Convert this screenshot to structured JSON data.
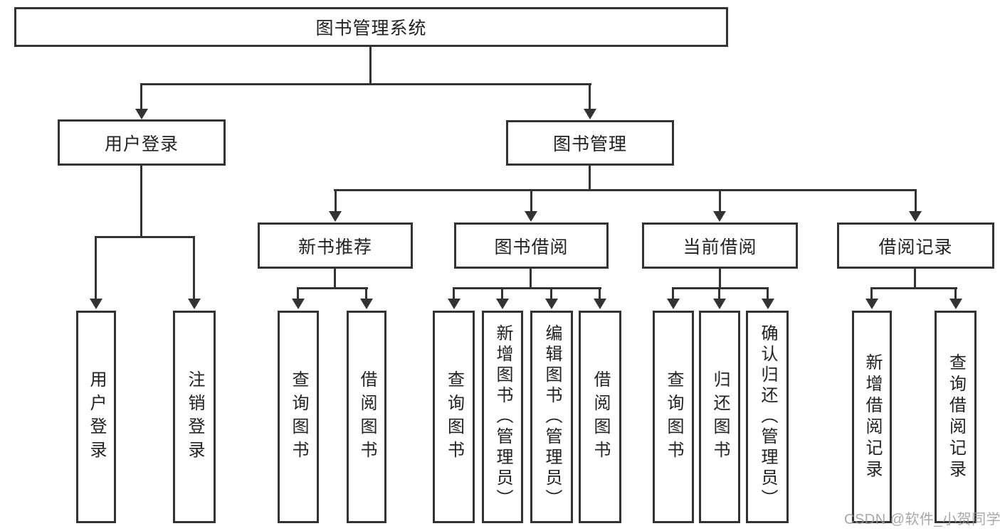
{
  "nodes": {
    "root": "图书管理系统",
    "user_login": "用户登录",
    "book_management": "图书管理",
    "new_book_recommend": "新书推荐",
    "book_borrowing": "图书借阅",
    "current_borrowing": "当前借阅",
    "borrowing_records": "借阅记录",
    "login": "用户登录",
    "logout": "注销登录",
    "nb_query_books": "查询图书",
    "nb_borrow_books": "借阅图书",
    "bb_query_books": "查询图书",
    "bb_add_books": "新增图书（管理员）",
    "bb_edit_books": "编辑图书（管理员）",
    "bb_borrow_books": "借阅图书",
    "cb_query_books": "查询图书",
    "cb_return_books": "归还图书",
    "cb_confirm_return": "确认归还（管理员）",
    "br_add_record": "新增借阅记录",
    "br_query_record": "查询借阅记录"
  },
  "hierarchy": {
    "图书管理系统": {
      "用户登录": [
        "用户登录",
        "注销登录"
      ],
      "图书管理": {
        "新书推荐": [
          "查询图书",
          "借阅图书"
        ],
        "图书借阅": [
          "查询图书",
          "新增图书（管理员）",
          "编辑图书（管理员）",
          "借阅图书"
        ],
        "当前借阅": [
          "查询图书",
          "归还图书",
          "确认归还（管理员）"
        ],
        "借阅记录": [
          "新增借阅记录",
          "查询借阅记录"
        ]
      }
    }
  },
  "watermark": {
    "text": "CSDN @软件_小贺同学"
  },
  "colors": {
    "line": "#333333",
    "text": "#222222",
    "background": "#ffffff",
    "watermark": "#9a9a9a"
  }
}
